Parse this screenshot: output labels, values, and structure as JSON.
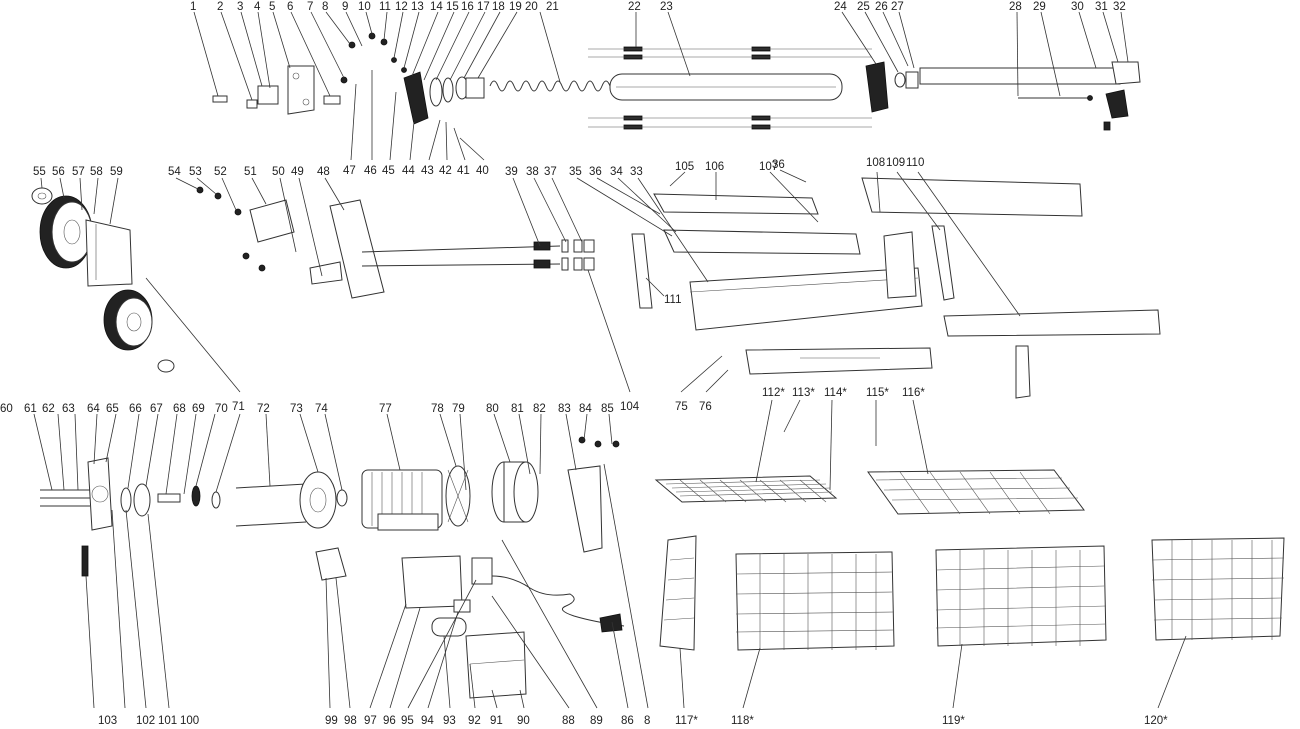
{
  "diagram": {
    "callouts": [
      {
        "id": "c1",
        "text": "1"
      },
      {
        "id": "c2",
        "text": "2"
      },
      {
        "id": "c3",
        "text": "3"
      },
      {
        "id": "c4",
        "text": "4"
      },
      {
        "id": "c5",
        "text": "5"
      },
      {
        "id": "c6",
        "text": "6"
      },
      {
        "id": "c7",
        "text": "7"
      },
      {
        "id": "c8",
        "text": "8"
      },
      {
        "id": "c9",
        "text": "9"
      },
      {
        "id": "c10",
        "text": "10"
      },
      {
        "id": "c11",
        "text": "11"
      },
      {
        "id": "c12",
        "text": "12"
      },
      {
        "id": "c13",
        "text": "13"
      },
      {
        "id": "c14",
        "text": "14"
      },
      {
        "id": "c15",
        "text": "15"
      },
      {
        "id": "c16",
        "text": "16"
      },
      {
        "id": "c17",
        "text": "17"
      },
      {
        "id": "c18",
        "text": "18"
      },
      {
        "id": "c19",
        "text": "19"
      },
      {
        "id": "c20",
        "text": "20"
      },
      {
        "id": "c21",
        "text": "21"
      },
      {
        "id": "c22",
        "text": "22"
      },
      {
        "id": "c23",
        "text": "23"
      },
      {
        "id": "c24",
        "text": "24"
      },
      {
        "id": "c25",
        "text": "25"
      },
      {
        "id": "c26",
        "text": "26"
      },
      {
        "id": "c27",
        "text": "27"
      },
      {
        "id": "c28",
        "text": "28"
      },
      {
        "id": "c29",
        "text": "29"
      },
      {
        "id": "c30",
        "text": "30"
      },
      {
        "id": "c31",
        "text": "31"
      },
      {
        "id": "c32",
        "text": "32"
      },
      {
        "id": "c33",
        "text": "33"
      },
      {
        "id": "c34",
        "text": "34"
      },
      {
        "id": "c35",
        "text": "35"
      },
      {
        "id": "c36a",
        "text": "36"
      },
      {
        "id": "c36b",
        "text": "36"
      },
      {
        "id": "c37",
        "text": "37"
      },
      {
        "id": "c38",
        "text": "38"
      },
      {
        "id": "c39",
        "text": "39"
      },
      {
        "id": "c40",
        "text": "40"
      },
      {
        "id": "c41",
        "text": "41"
      },
      {
        "id": "c42",
        "text": "42"
      },
      {
        "id": "c43",
        "text": "43"
      },
      {
        "id": "c44",
        "text": "44"
      },
      {
        "id": "c45",
        "text": "45"
      },
      {
        "id": "c46",
        "text": "46"
      },
      {
        "id": "c47",
        "text": "47"
      },
      {
        "id": "c48",
        "text": "48"
      },
      {
        "id": "c49",
        "text": "49"
      },
      {
        "id": "c50",
        "text": "50"
      },
      {
        "id": "c51",
        "text": "51"
      },
      {
        "id": "c52",
        "text": "52"
      },
      {
        "id": "c53",
        "text": "53"
      },
      {
        "id": "c54",
        "text": "54"
      },
      {
        "id": "c55",
        "text": "55"
      },
      {
        "id": "c56",
        "text": "56"
      },
      {
        "id": "c57",
        "text": "57"
      },
      {
        "id": "c58",
        "text": "58"
      },
      {
        "id": "c59",
        "text": "59"
      },
      {
        "id": "c60",
        "text": "60"
      },
      {
        "id": "c61",
        "text": "61"
      },
      {
        "id": "c62",
        "text": "62"
      },
      {
        "id": "c63",
        "text": "63"
      },
      {
        "id": "c64",
        "text": "64"
      },
      {
        "id": "c65",
        "text": "65"
      },
      {
        "id": "c66",
        "text": "66"
      },
      {
        "id": "c67",
        "text": "67"
      },
      {
        "id": "c68",
        "text": "68"
      },
      {
        "id": "c69",
        "text": "69"
      },
      {
        "id": "c70",
        "text": "70"
      },
      {
        "id": "c71",
        "text": "71"
      },
      {
        "id": "c72",
        "text": "72"
      },
      {
        "id": "c73",
        "text": "73"
      },
      {
        "id": "c74",
        "text": "74"
      },
      {
        "id": "c75",
        "text": "75"
      },
      {
        "id": "c76",
        "text": "76"
      },
      {
        "id": "c77",
        "text": "77"
      },
      {
        "id": "c78",
        "text": "78"
      },
      {
        "id": "c79",
        "text": "79"
      },
      {
        "id": "c80",
        "text": "80"
      },
      {
        "id": "c81",
        "text": "81"
      },
      {
        "id": "c82",
        "text": "82"
      },
      {
        "id": "c83",
        "text": "83"
      },
      {
        "id": "c84",
        "text": "84"
      },
      {
        "id": "c85",
        "text": "85"
      },
      {
        "id": "c86",
        "text": "86"
      },
      {
        "id": "c8b",
        "text": "8"
      },
      {
        "id": "c88",
        "text": "88"
      },
      {
        "id": "c89",
        "text": "89"
      },
      {
        "id": "c90",
        "text": "90"
      },
      {
        "id": "c91",
        "text": "91"
      },
      {
        "id": "c92",
        "text": "92"
      },
      {
        "id": "c93",
        "text": "93"
      },
      {
        "id": "c94",
        "text": "94"
      },
      {
        "id": "c95",
        "text": "95"
      },
      {
        "id": "c96",
        "text": "96"
      },
      {
        "id": "c97",
        "text": "97"
      },
      {
        "id": "c98",
        "text": "98"
      },
      {
        "id": "c99",
        "text": "99"
      },
      {
        "id": "c100",
        "text": "100"
      },
      {
        "id": "c101",
        "text": "101"
      },
      {
        "id": "c102",
        "text": "102"
      },
      {
        "id": "c103",
        "text": "103"
      },
      {
        "id": "c104",
        "text": "104"
      },
      {
        "id": "c105",
        "text": "105"
      },
      {
        "id": "c106",
        "text": "106"
      },
      {
        "id": "c107",
        "text": "107"
      },
      {
        "id": "c108",
        "text": "108"
      },
      {
        "id": "c109",
        "text": "109"
      },
      {
        "id": "c110",
        "text": "110"
      },
      {
        "id": "c111",
        "text": "111"
      },
      {
        "id": "c112",
        "text": "112*"
      },
      {
        "id": "c113",
        "text": "113*"
      },
      {
        "id": "c114",
        "text": "114*"
      },
      {
        "id": "c115",
        "text": "115*"
      },
      {
        "id": "c116",
        "text": "116*"
      },
      {
        "id": "c117",
        "text": "117*"
      },
      {
        "id": "c118",
        "text": "118*"
      },
      {
        "id": "c119",
        "text": "119*"
      },
      {
        "id": "c120",
        "text": "120*"
      }
    ]
  }
}
